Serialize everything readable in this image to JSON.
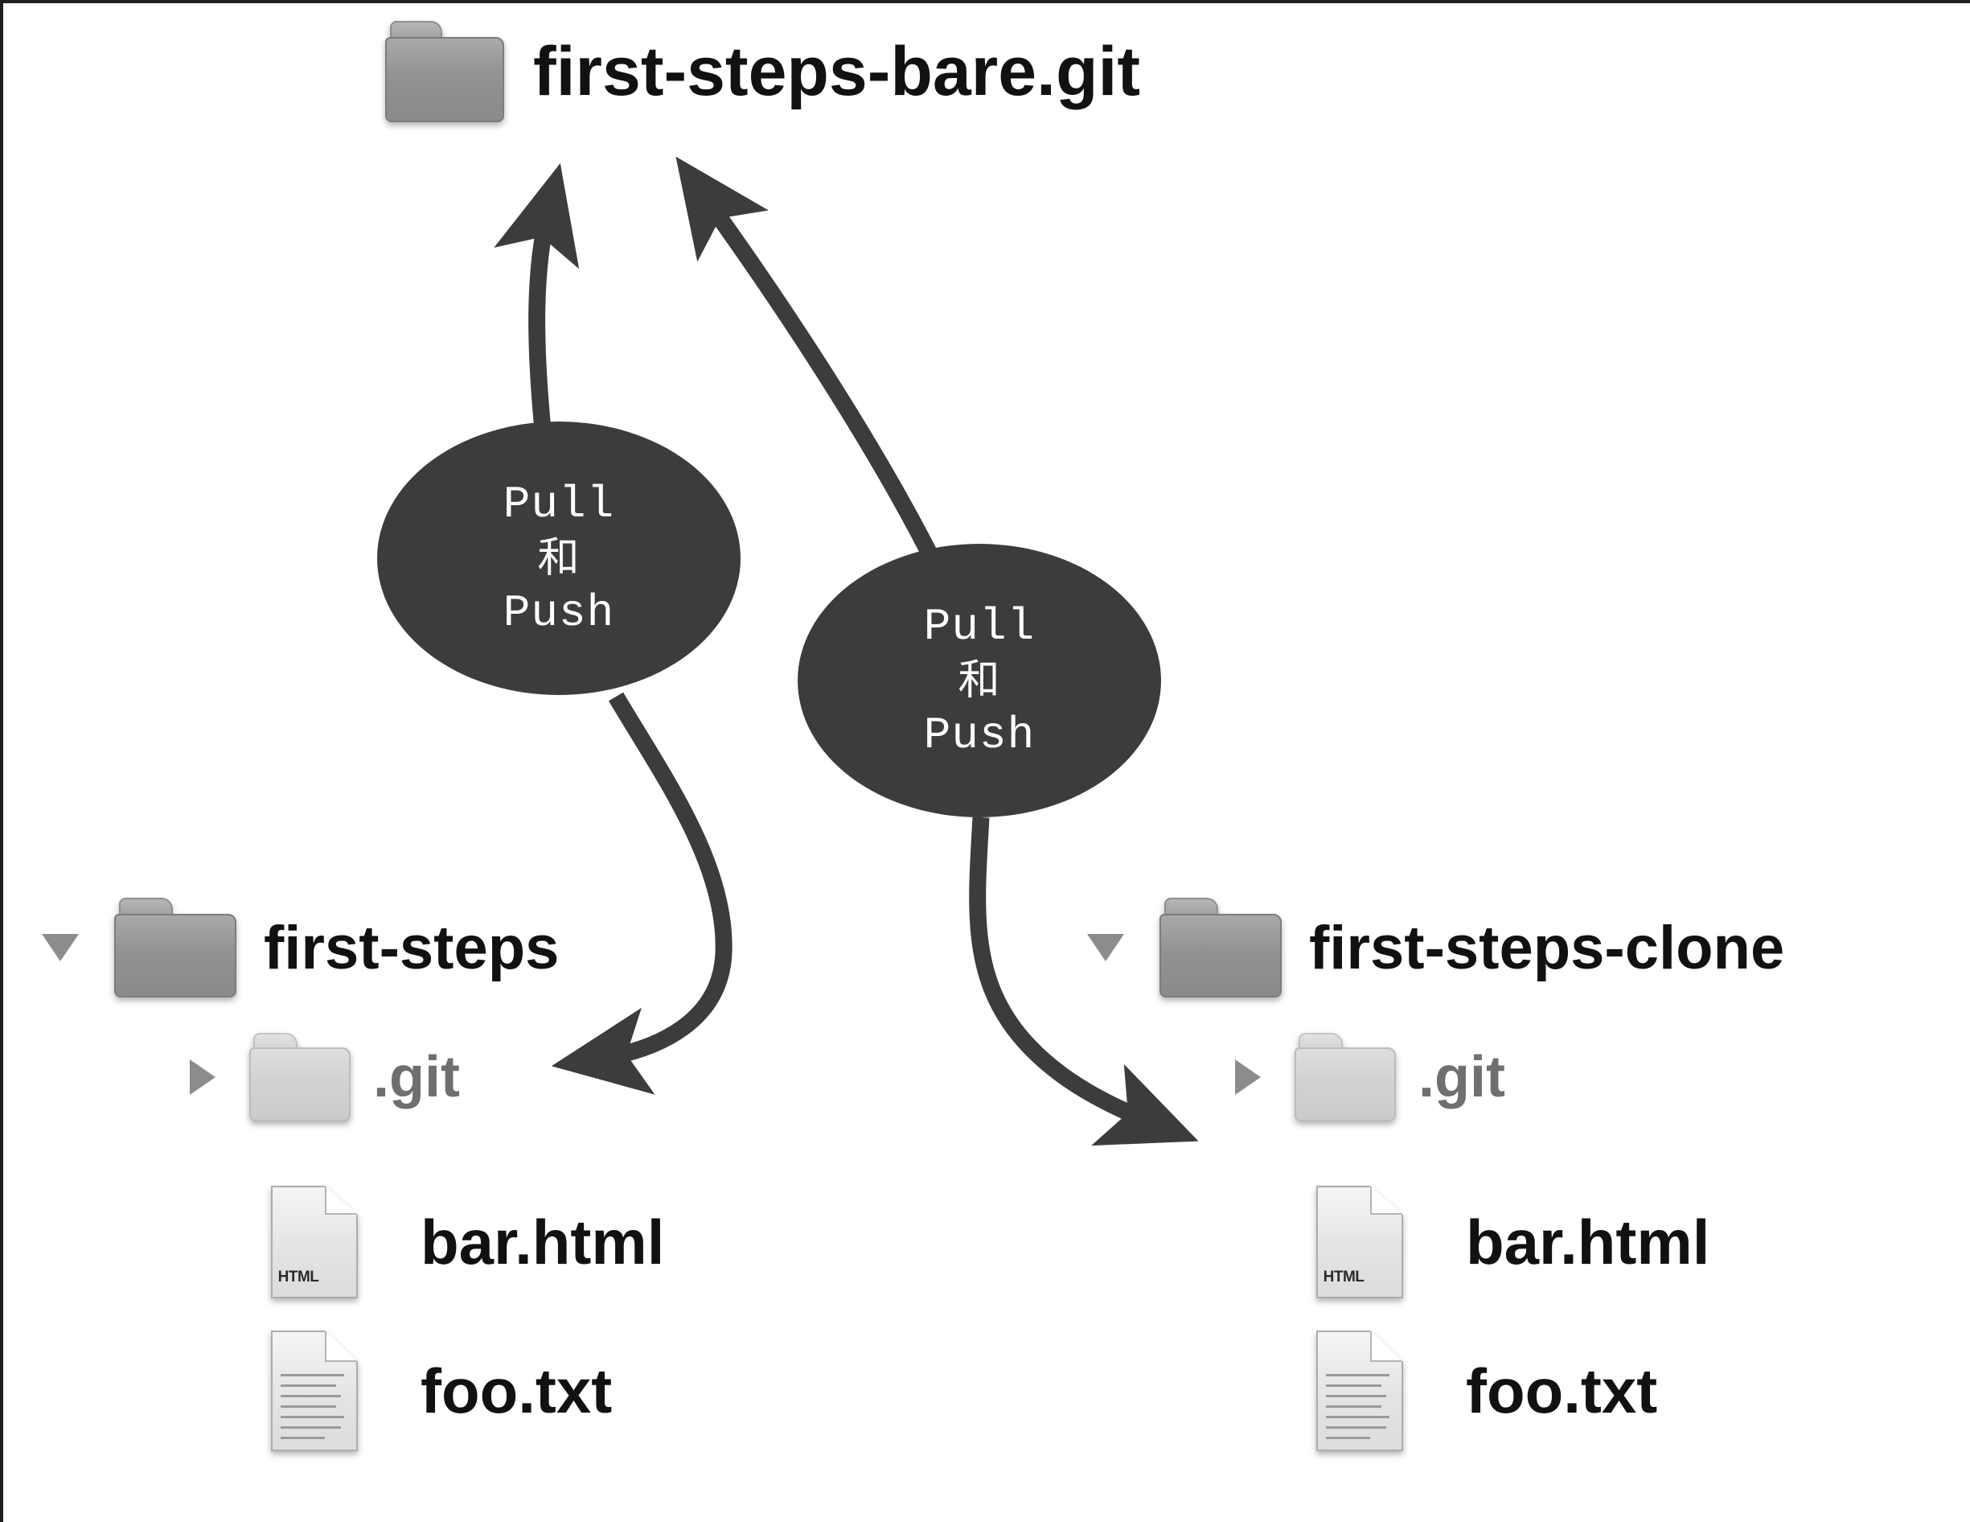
{
  "diagram": {
    "title": "git remote repository and two working clones",
    "colors": {
      "bubble_fill": "#3c3c3c",
      "bubble_text": "#ffffff",
      "arrow": "#3c3c3c",
      "label_text": "#111111",
      "dimmed_label_text": "#6f6f6f",
      "background": "#ffffff",
      "frame": "#231f20"
    }
  },
  "remote": {
    "label": "first-steps-bare.git",
    "icon": "folder-icon"
  },
  "bubbles": [
    {
      "id": "left",
      "lines": [
        "Pull",
        "和",
        "Push"
      ]
    },
    {
      "id": "right",
      "lines": [
        "Pull",
        "和",
        "Push"
      ]
    }
  ],
  "trees": [
    {
      "id": "left-tree",
      "root": {
        "label": "first-steps",
        "icon": "folder-icon",
        "disclosure": "triangle-down-icon",
        "expanded": true
      },
      "children": [
        {
          "label": ".git",
          "icon": "folder-icon",
          "disclosure": "triangle-right-icon",
          "expanded": false,
          "dimmed": true
        },
        {
          "label": "bar.html",
          "icon": "html-file-icon",
          "badge": "HTML"
        },
        {
          "label": "foo.txt",
          "icon": "text-file-icon"
        }
      ]
    },
    {
      "id": "right-tree",
      "root": {
        "label": "first-steps-clone",
        "icon": "folder-icon",
        "disclosure": "triangle-down-icon",
        "expanded": true
      },
      "children": [
        {
          "label": ".git",
          "icon": "folder-icon",
          "disclosure": "triangle-right-icon",
          "expanded": false,
          "dimmed": true
        },
        {
          "label": "bar.html",
          "icon": "html-file-icon",
          "badge": "HTML"
        },
        {
          "label": "foo.txt",
          "icon": "text-file-icon"
        }
      ]
    }
  ],
  "arrows": [
    {
      "id": "left-up",
      "from": "left-bubble",
      "to": "remote-folder",
      "direction": "up"
    },
    {
      "id": "right-up",
      "from": "right-bubble",
      "to": "remote-folder",
      "direction": "up-left"
    },
    {
      "id": "left-down",
      "from": "left-bubble",
      "to": "first-steps-git",
      "direction": "down-left"
    },
    {
      "id": "right-down",
      "from": "right-bubble",
      "to": "clone-git",
      "direction": "down-right"
    }
  ]
}
